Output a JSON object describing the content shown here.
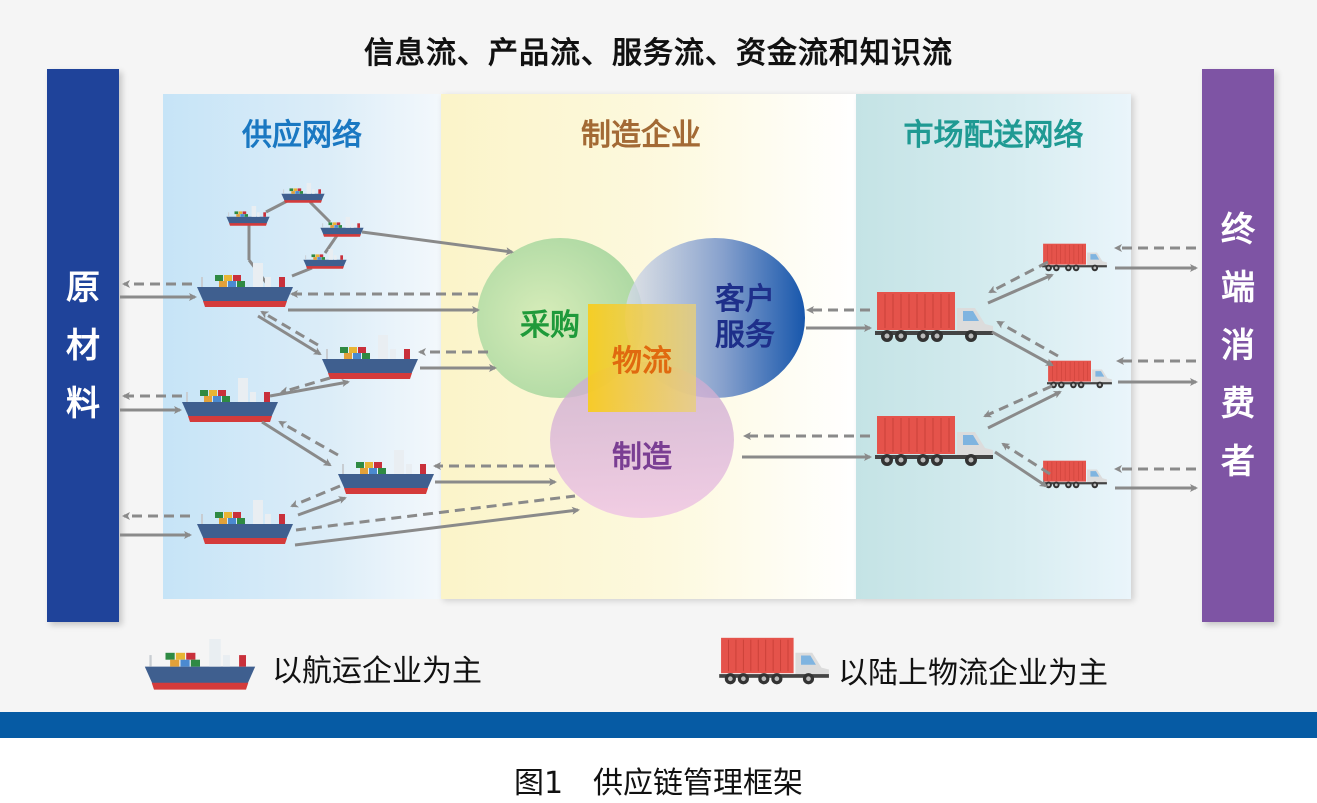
{
  "header": {
    "title": "信息流、产品流、服务流、资金流和知识流"
  },
  "left_bar": {
    "label": [
      "原",
      "材",
      "料"
    ],
    "color": "#1f439a"
  },
  "right_bar": {
    "label": [
      "终",
      "端",
      "消",
      "费",
      "者"
    ],
    "color": "#7e54a4"
  },
  "panels": {
    "supply": {
      "title": "供应网络",
      "color": "#1a78c2"
    },
    "manufacturing": {
      "title": "制造企业",
      "color": "#a36a35"
    },
    "market": {
      "title": "市场配送网络",
      "color": "#1f9a93"
    }
  },
  "venn": {
    "procurement": {
      "label": "采购",
      "color": "#1f9a3a"
    },
    "customer_service": {
      "label_line1": "客户",
      "label_line2": "服务",
      "color": "#1e2f8a"
    },
    "manufacturing": {
      "label": "制造",
      "color": "#7a3e93"
    },
    "logistics": {
      "label": "物流",
      "color": "#e06a0f"
    }
  },
  "legend": {
    "ship": {
      "label": "以航运企业为主",
      "icon": "cargo-ship-icon"
    },
    "truck": {
      "label": "以陆上物流企业为主",
      "icon": "container-truck-icon"
    }
  },
  "footer": {
    "caption": "图1　供应链管理框架",
    "band_color": "#065ba4"
  }
}
